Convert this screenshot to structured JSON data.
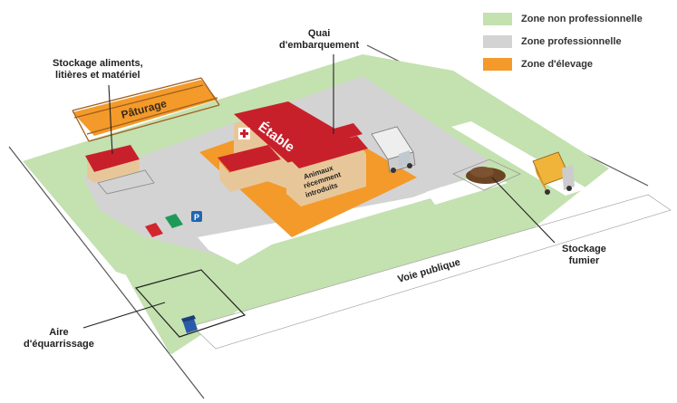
{
  "legend": [
    {
      "label": "Zone non professionnelle",
      "color": "#c4e1b0"
    },
    {
      "label": "Zone professionnelle",
      "color": "#d3d3d3"
    },
    {
      "label": "Zone d'élevage",
      "color": "#f39a2a"
    }
  ],
  "labels": {
    "stockage_aliments": [
      "Stockage aliments,",
      "litières et matériel"
    ],
    "quai": [
      "Quai",
      "d'embarquement"
    ],
    "stockage_fumier": [
      "Stockage",
      "fumier"
    ],
    "aire": [
      "Aire",
      "d'équarrissage"
    ],
    "voie": "Voie publique"
  },
  "signs": {
    "paturage": "Pâturage",
    "etable": "Étable",
    "animaux": [
      "Animaux",
      "récemment",
      "introduits"
    ],
    "parking": "P"
  },
  "colors": {
    "green": "#c4e1b0",
    "gray": "#d3d3d3",
    "orange": "#f39a2a",
    "roof_red": "#c8202b",
    "wall": "#e7c79a",
    "fence": "#a0601e",
    "line": "#222222"
  }
}
